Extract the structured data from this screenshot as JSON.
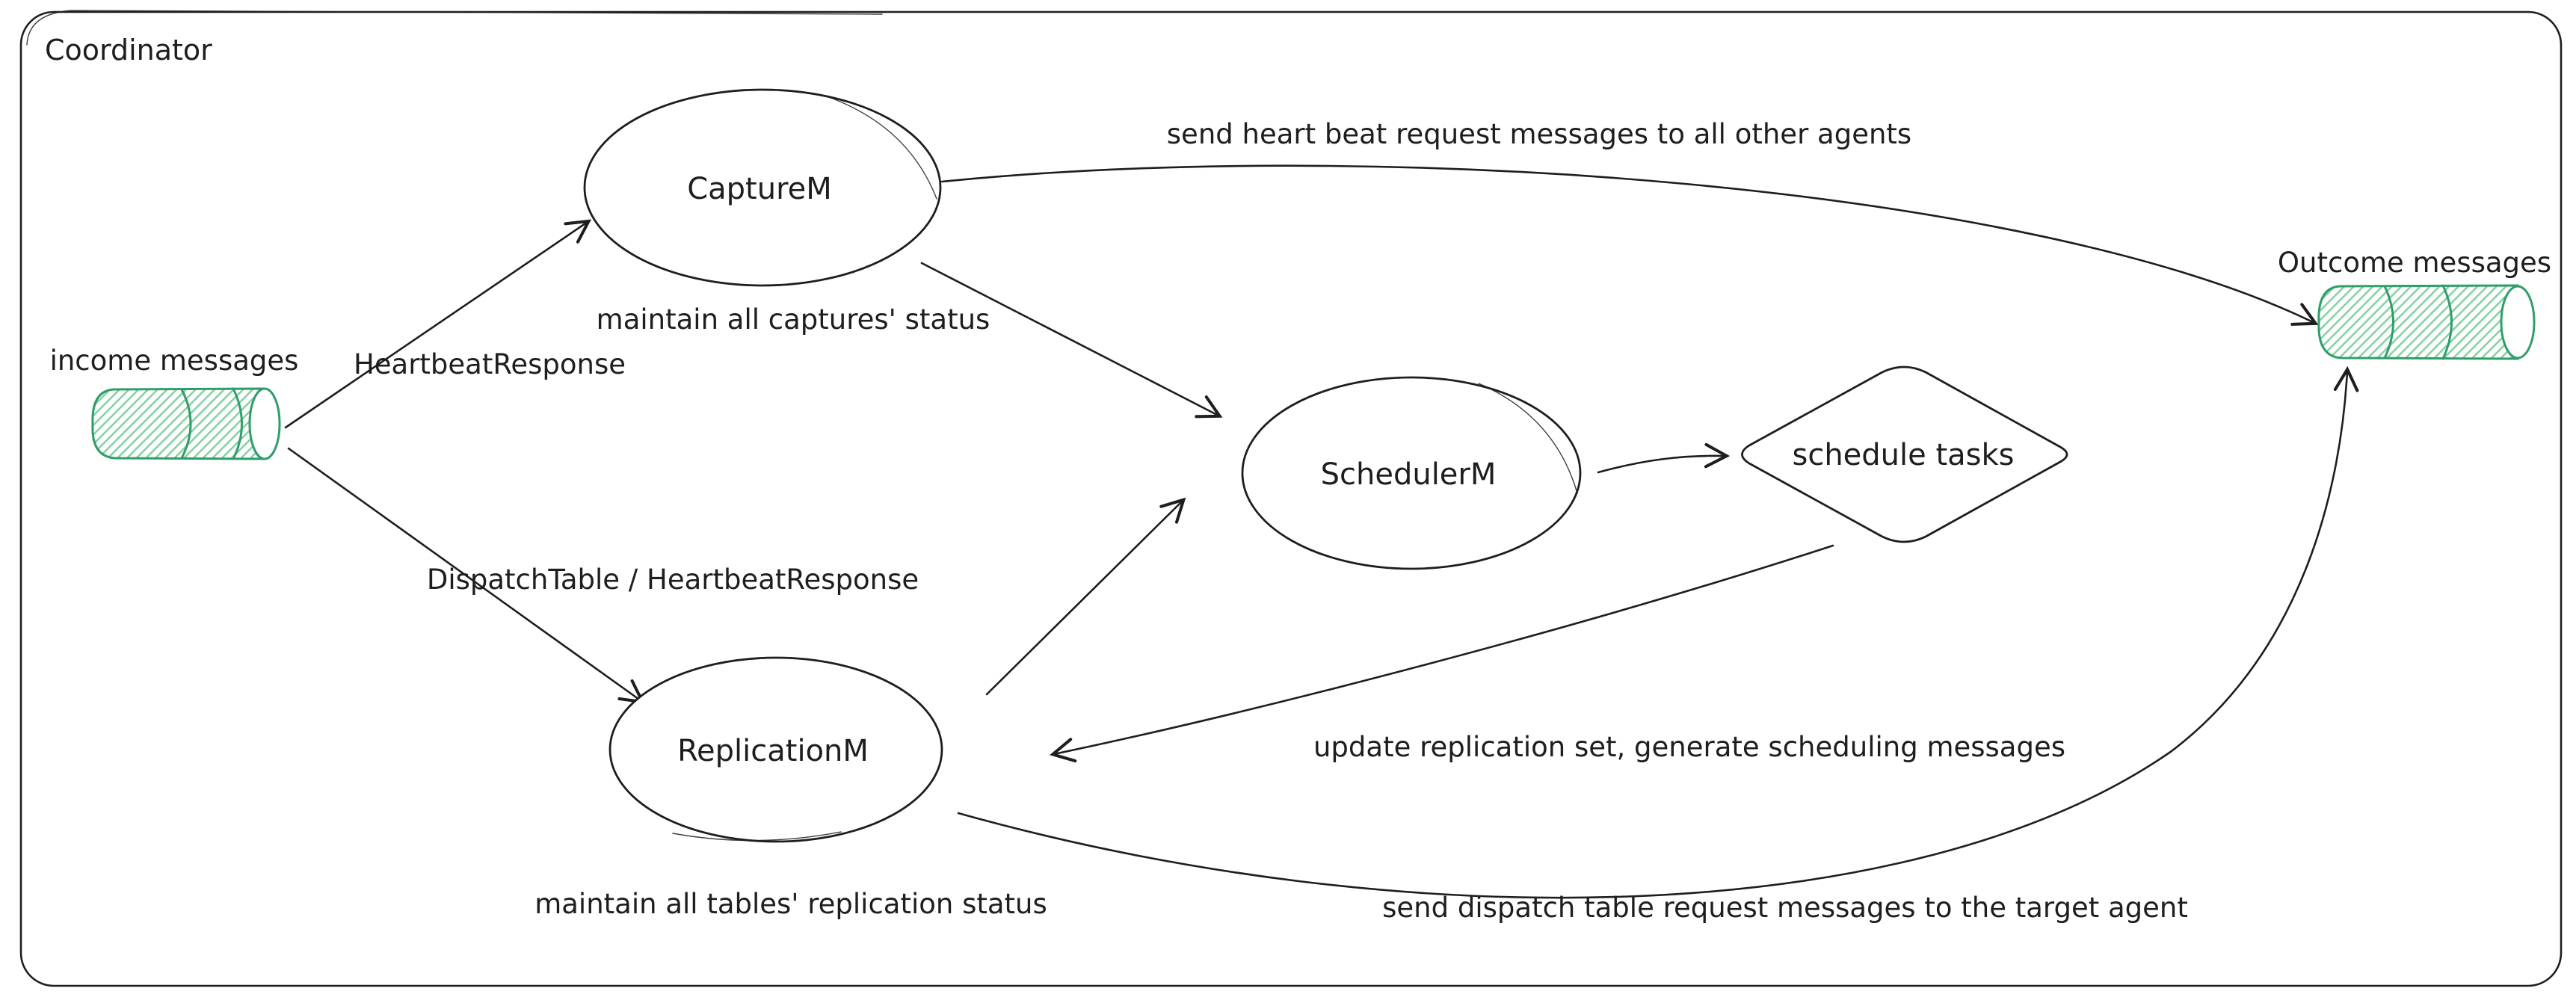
{
  "diagram": {
    "container_label": "Coordinator",
    "colors": {
      "ink": "#1e1e1e",
      "queue_stroke": "#2f9e68",
      "queue_hatch": "#7ecf9d",
      "background": "#ffffff"
    },
    "nodes": {
      "income_queue": {
        "type": "queue-cylinder",
        "label": "income messages"
      },
      "capture": {
        "type": "ellipse",
        "label": "CaptureM"
      },
      "scheduler": {
        "type": "ellipse",
        "label": "SchedulerM"
      },
      "replication": {
        "type": "ellipse",
        "label": "ReplicationM"
      },
      "schedule_tasks": {
        "type": "diamond",
        "label": "schedule tasks"
      },
      "outcome_queue": {
        "type": "queue-cylinder",
        "label": "Outcome messages"
      }
    },
    "edges": [
      {
        "from": "income_queue",
        "to": "capture",
        "label": "HeartbeatResponse"
      },
      {
        "from": "income_queue",
        "to": "replication",
        "label": "DispatchTable / HeartbeatResponse"
      },
      {
        "from": "capture",
        "to": "outcome_queue",
        "label": "send heart beat request messages to all other agents"
      },
      {
        "from": "capture",
        "to": "scheduler",
        "label": ""
      },
      {
        "from": "replication",
        "to": "scheduler",
        "label": ""
      },
      {
        "from": "scheduler",
        "to": "schedule_tasks",
        "label": ""
      },
      {
        "from": "schedule_tasks",
        "to": "replication",
        "label": "update replication set, generate scheduling messages"
      },
      {
        "from": "replication",
        "to": "outcome_queue",
        "label": "send dispatch table request messages to the target agent"
      }
    ],
    "notes": [
      {
        "attached_to": "capture",
        "label": "maintain all captures' status"
      },
      {
        "attached_to": "replication",
        "label": "maintain all tables' replication status"
      }
    ]
  }
}
